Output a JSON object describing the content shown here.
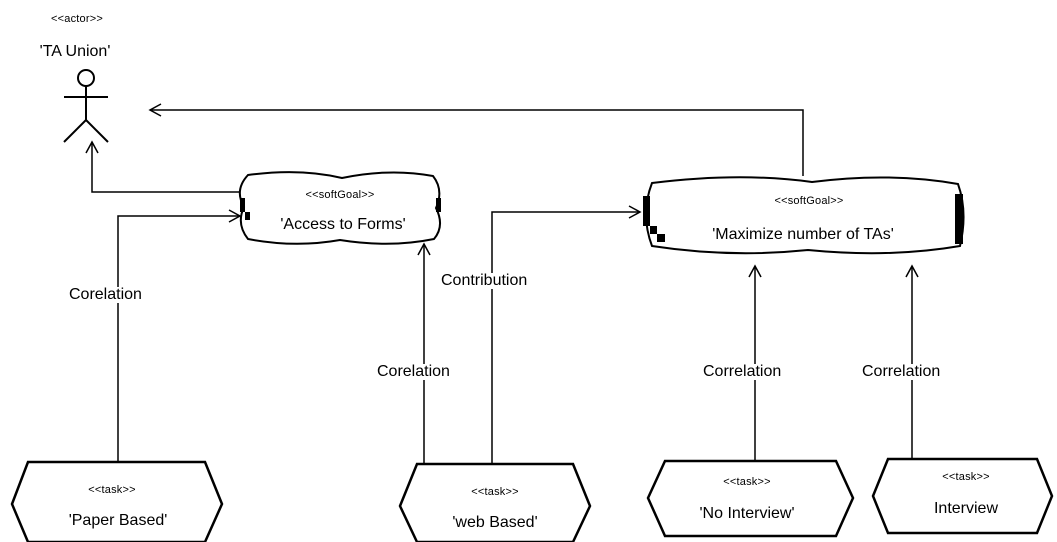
{
  "actor": {
    "stereotype": "<<actor>>",
    "name": "'TA Union'"
  },
  "soft_goals": [
    {
      "stereotype": "<<softGoal>>",
      "name": "'Access to Forms'"
    },
    {
      "stereotype": "<<softGoal>>",
      "name": "'Maximize number of TAs'"
    }
  ],
  "tasks": [
    {
      "stereotype": "<<task>>",
      "name": "'Paper Based'"
    },
    {
      "stereotype": "<<task>>",
      "name": "'web Based'"
    },
    {
      "stereotype": "<<task>>",
      "name": "'No Interview'"
    },
    {
      "stereotype": "<<task>>",
      "name": "Interview"
    }
  ],
  "edges": [
    {
      "label": "Corelation"
    },
    {
      "label": "Contribution"
    },
    {
      "label": "Corelation"
    },
    {
      "label": "Correlation"
    },
    {
      "label": "Correlation"
    }
  ]
}
